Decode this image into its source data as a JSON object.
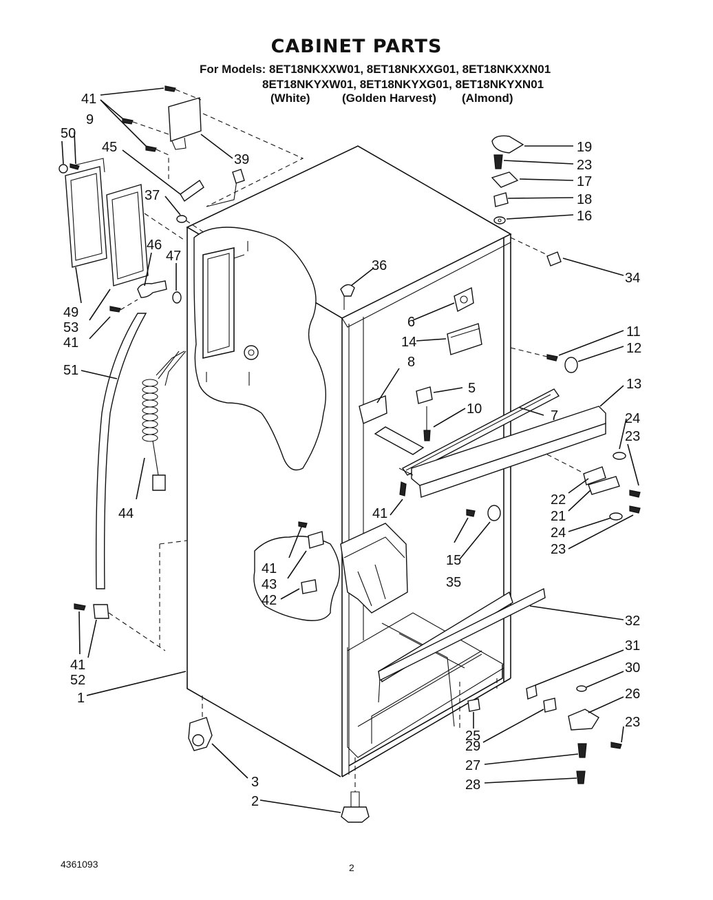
{
  "title": "CABINET PARTS",
  "models": {
    "line1": "For Models: 8ET18NKXXW01, 8ET18NKXXG01, 8ET18NKXXN01",
    "line2": "8ET18NKYXW01, 8ET18NKYXG01, 8ET18NKYXN01",
    "colors": [
      "(White)",
      "(Golden Harvest)",
      "(Almond)"
    ]
  },
  "footer": {
    "doc_number": "4361093",
    "page_number": "2"
  },
  "callouts": {
    "c41a": "41",
    "c9": "9",
    "c50": "50",
    "c45": "45",
    "c39": "39",
    "c37": "37",
    "c46": "46",
    "c47": "47",
    "c49": "49",
    "c53": "53",
    "c41b": "41",
    "c51": "51",
    "c44": "44",
    "c41c": "41",
    "c52": "52",
    "c1": "1",
    "c3": "3",
    "c2": "2",
    "c36": "36",
    "c6": "6",
    "c14": "14",
    "c8": "8",
    "c5": "5",
    "c10": "10",
    "c7": "7",
    "c41d": "41",
    "c41e": "41",
    "c43": "43",
    "c42": "42",
    "c15": "15",
    "c35": "35",
    "c19": "19",
    "c23a": "23",
    "c17": "17",
    "c18": "18",
    "c16": "16",
    "c34": "34",
    "c11": "11",
    "c12": "12",
    "c13": "13",
    "c24a": "24",
    "c23b": "23",
    "c22": "22",
    "c21": "21",
    "c24b": "24",
    "c23c": "23",
    "c32": "32",
    "c31": "31",
    "c30": "30",
    "c26": "26",
    "c23d": "23",
    "c25": "25",
    "c29": "29",
    "c27": "27",
    "c28": "28"
  }
}
